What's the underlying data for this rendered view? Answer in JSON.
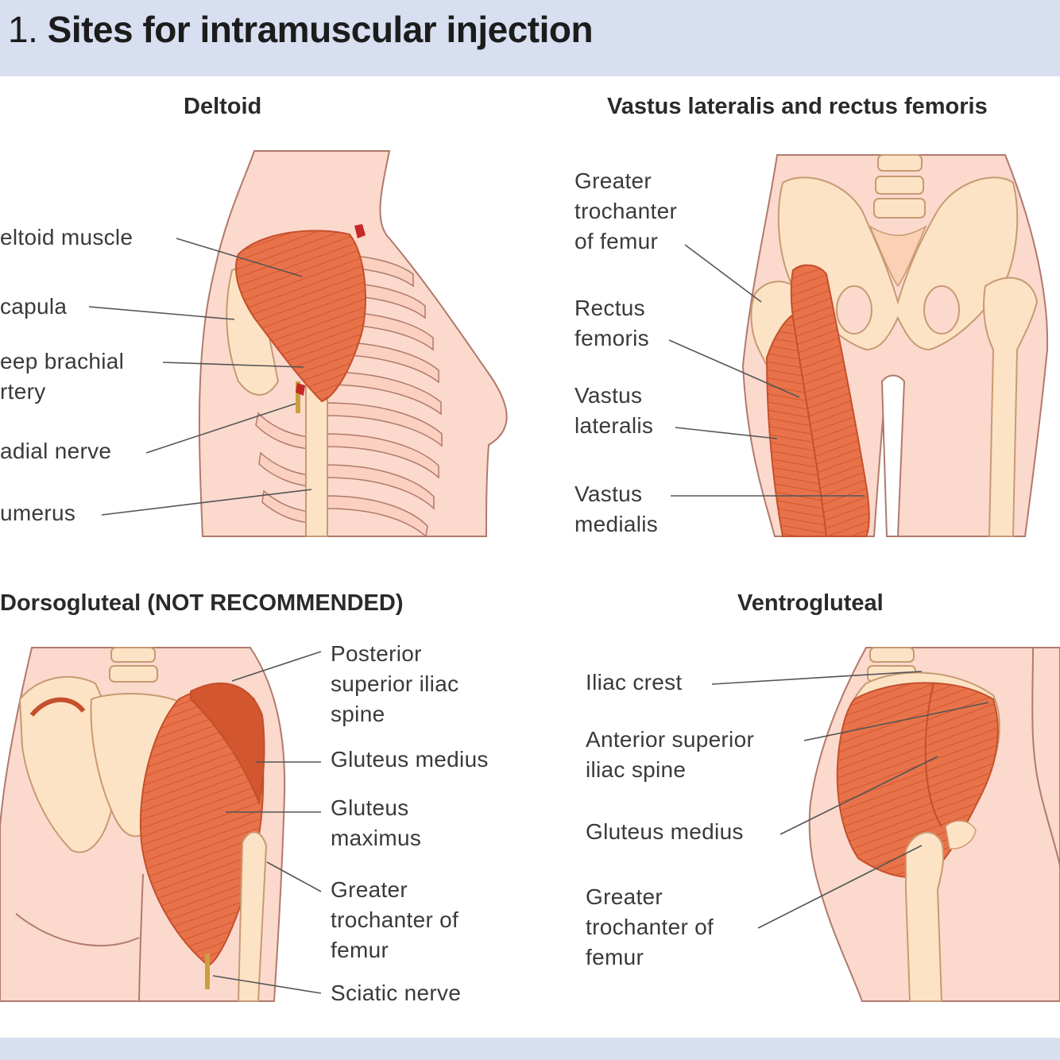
{
  "figure": {
    "number": "1.",
    "title": "Sites for intramuscular injection"
  },
  "colors": {
    "header_band": "#d7dff0",
    "skin": "#fbd9cd",
    "skin_outline": "#b07a6c",
    "bone": "#fde3c5",
    "bone_outline": "#c79a72",
    "muscle": "#e8734a",
    "muscle_dark": "#d2562e",
    "leader_line": "#555555"
  },
  "panels": {
    "deltoid": {
      "title": "Deltoid",
      "labels": {
        "deltoid_muscle": "eltoid muscle",
        "scapula": "capula",
        "deep_brachial_artery": "eep brachial\nrtery",
        "radial_nerve": "adial nerve",
        "humerus": "umerus"
      }
    },
    "vastus": {
      "title": "Vastus lateralis and rectus femoris",
      "labels": {
        "greater_trochanter": "Greater\ntrochanter\nof femur",
        "rectus_femoris": "Rectus\nfemoris",
        "vastus_lateralis": "Vastus\nlateralis",
        "vastus_medialis": "Vastus\nmedialis"
      }
    },
    "dorsogluteal": {
      "title": "Dorsogluteal (NOT RECOMMENDED)",
      "labels": {
        "psis": "Posterior\nsuperior iliac\nspine",
        "gluteus_medius": "Gluteus medius",
        "gluteus_maximus": "Gluteus\nmaximus",
        "greater_trochanter": "Greater\ntrochanter of\nfemur",
        "sciatic_nerve": "Sciatic nerve"
      }
    },
    "ventrogluteal": {
      "title": "Ventrogluteal",
      "labels": {
        "iliac_crest": "Iliac crest",
        "asis": "Anterior superior\niliac spine",
        "gluteus_medius": "Gluteus medius",
        "greater_trochanter": "Greater\ntrochanter of\nfemur"
      }
    }
  }
}
